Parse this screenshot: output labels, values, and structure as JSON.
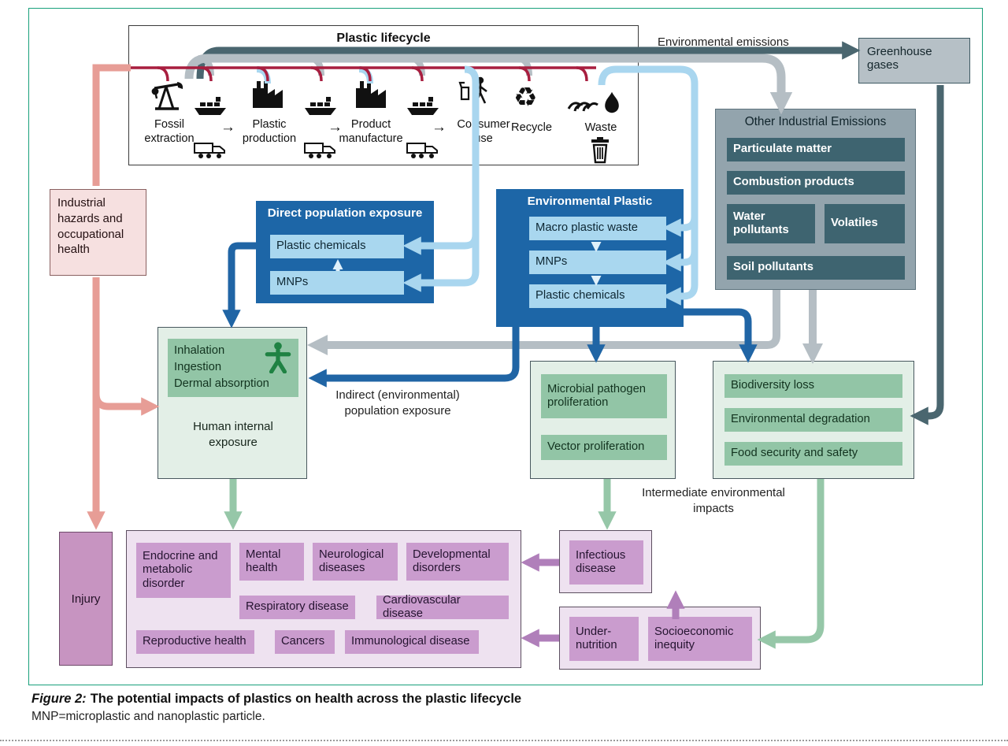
{
  "lifecycle": {
    "title": "Plastic lifecycle",
    "stages": [
      "Fossil extraction",
      "Plastic production",
      "Product manufacture",
      "Consumer use",
      "Recycle",
      "Waste"
    ]
  },
  "glyphs": {
    "arrow_right": "→",
    "recycle": "♻"
  },
  "labels": {
    "environmental_emissions": "Environmental emissions",
    "indirect_exposure": "Indirect (environmental) population exposure",
    "intermediate_impacts": "Intermediate environmental impacts"
  },
  "boxes": {
    "greenhouse_gases": "Greenhouse gases",
    "industrial_hazards": "Industrial hazards and occupational health",
    "other_industrial_emissions": {
      "title": "Other Industrial Emissions",
      "items": [
        "Particulate matter",
        "Combustion products",
        "Water pollutants",
        "Volatiles",
        "Soil pollutants"
      ]
    },
    "direct_population_exposure": {
      "title": "Direct population exposure",
      "items": [
        "Plastic chemicals",
        "MNPs"
      ]
    },
    "environmental_plastic": {
      "title": "Environmental Plastic",
      "items": [
        "Macro plastic waste",
        "MNPs",
        "Plastic chemicals"
      ]
    },
    "human_internal_exposure": {
      "routes": [
        "Inhalation",
        "Ingestion",
        "Dermal absorption"
      ],
      "label": "Human internal exposure"
    },
    "intermediate_biological": {
      "items": [
        "Microbial pathogen proliferation",
        "Vector proliferation"
      ]
    },
    "intermediate_environmental": {
      "items": [
        "Biodiversity loss",
        "Environmental degradation",
        "Food security and safety"
      ]
    },
    "injury": "Injury",
    "health_outcomes": {
      "items": [
        "Endocrine and metabolic disorder",
        "Mental health",
        "Neurological diseases",
        "Developmental disorders",
        "Respiratory disease",
        "Cardiovascular disease",
        "Reproductive health",
        "Cancers",
        "Immunological disease"
      ]
    },
    "infectious_disease": "Infectious disease",
    "social_outcomes": {
      "items": [
        "Under-nutrition",
        "Socioeconomic inequity"
      ]
    }
  },
  "caption": {
    "label": "Figure 2:",
    "title": "The potential impacts of plastics on health across the plastic lifecycle",
    "note": "MNP=microplastic and nanoplastic particle."
  },
  "colors": {
    "frame_green": "#18a07b",
    "dark_blue": "#1d66a7",
    "light_blue": "#a9d7ef",
    "slate": "#3e6470",
    "gray_panel": "#93a4ad",
    "gray_arrow": "#b5bec4",
    "salmon": "#e79d96",
    "crimson": "#a81e3f",
    "green": "#92c5a6",
    "green_panel": "#e3efe7",
    "purple": "#ca9cce",
    "purple_panel": "#eee2f0",
    "injury_purple": "#c794c1",
    "pink_panel": "#f6e0e0",
    "greenhouse_gray": "#b6c0c6"
  }
}
